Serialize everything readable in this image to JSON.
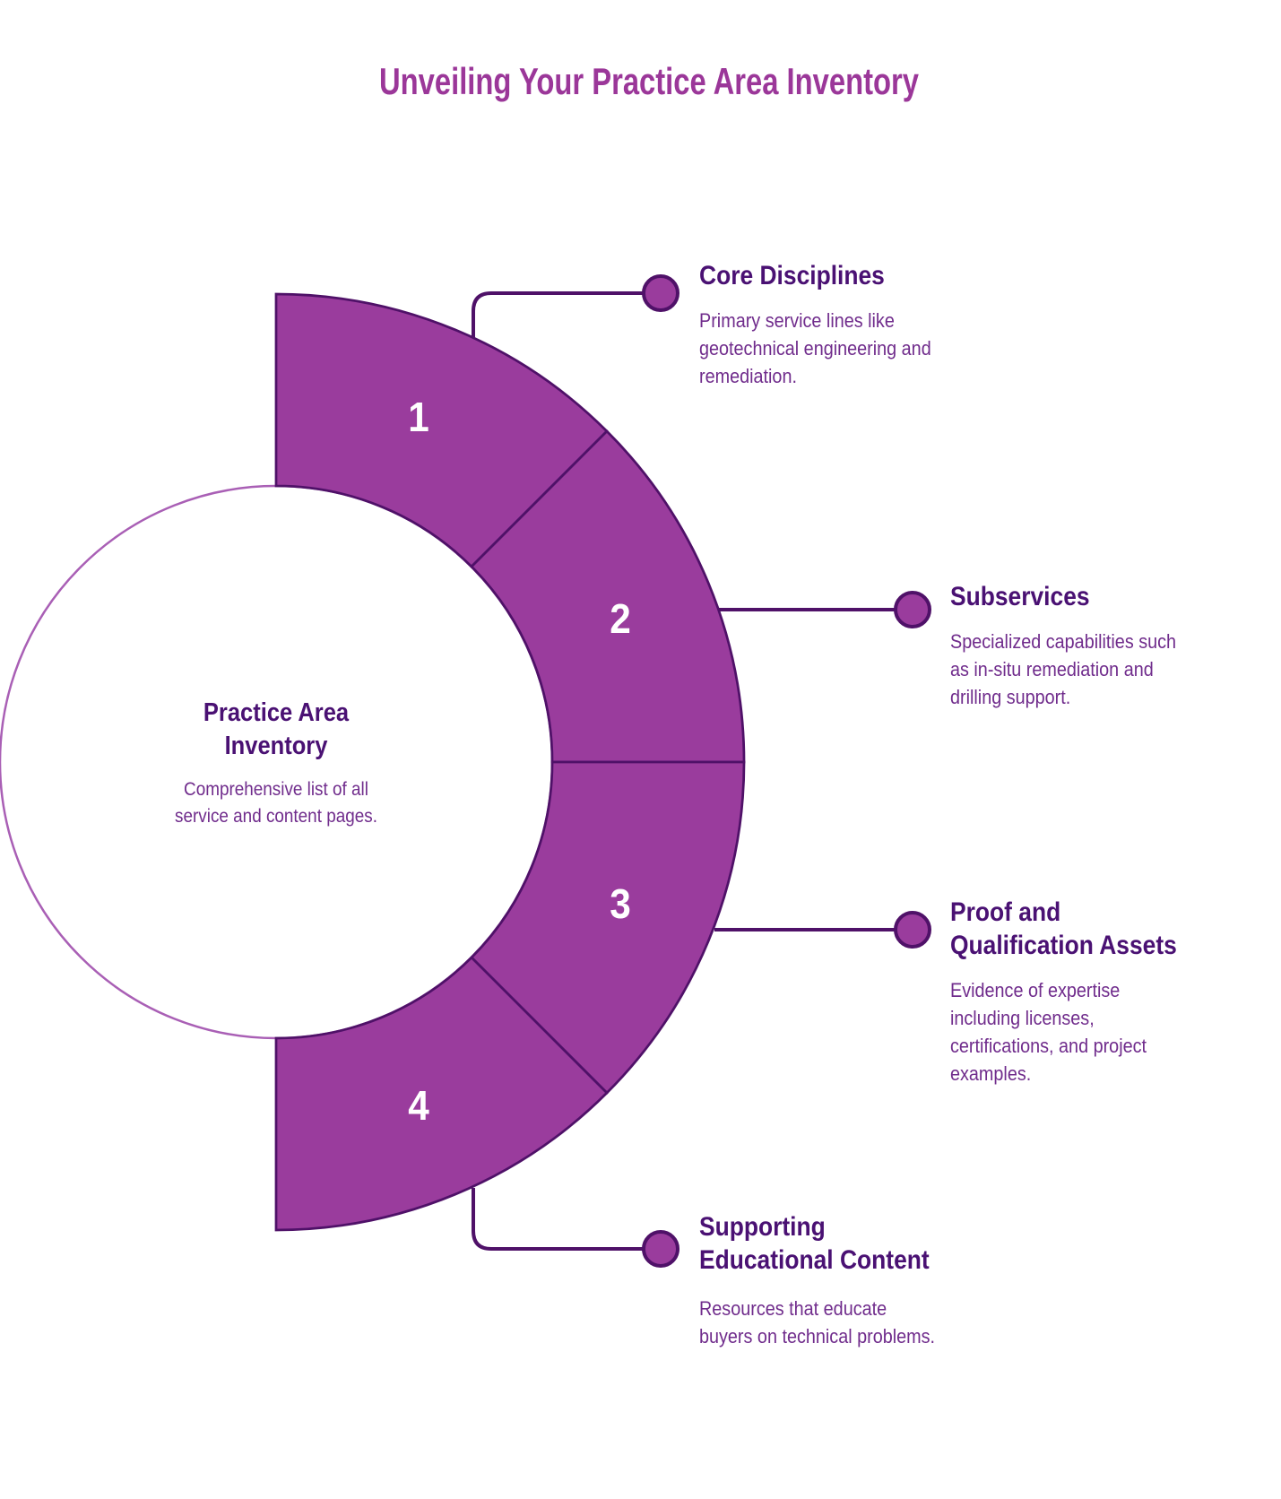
{
  "title": "Unveiling Your Practice Area Inventory",
  "center": {
    "heading_lines": [
      "Practice Area",
      "Inventory"
    ],
    "body_lines": [
      "Comprehensive list of all",
      "service and content pages."
    ]
  },
  "items": [
    {
      "number": "1",
      "heading_lines": [
        "Core Disciplines"
      ],
      "body_lines": [
        "Primary service lines like",
        "geotechnical engineering and",
        "remediation."
      ]
    },
    {
      "number": "2",
      "heading_lines": [
        "Subservices"
      ],
      "body_lines": [
        "Specialized capabilities such",
        "as in-situ remediation and",
        "drilling support."
      ]
    },
    {
      "number": "3",
      "heading_lines": [
        "Proof and",
        "Qualification Assets"
      ],
      "body_lines": [
        "Evidence of expertise",
        "including licenses,",
        "certifications, and project",
        "examples."
      ]
    },
    {
      "number": "4",
      "heading_lines": [
        "Supporting",
        "Educational Content"
      ],
      "body_lines": [
        "Resources that educate",
        "buyers on technical problems."
      ]
    }
  ],
  "colors": {
    "title": "#9B3799",
    "heading": "#4A1173",
    "body_text": "#702C8C",
    "segment_fill": "#9A3C9D",
    "dark_outline": "#4F1168",
    "circle_outline": "#A95FB5",
    "number_text": "#FFFFFF",
    "background": "#FFFFFF"
  }
}
